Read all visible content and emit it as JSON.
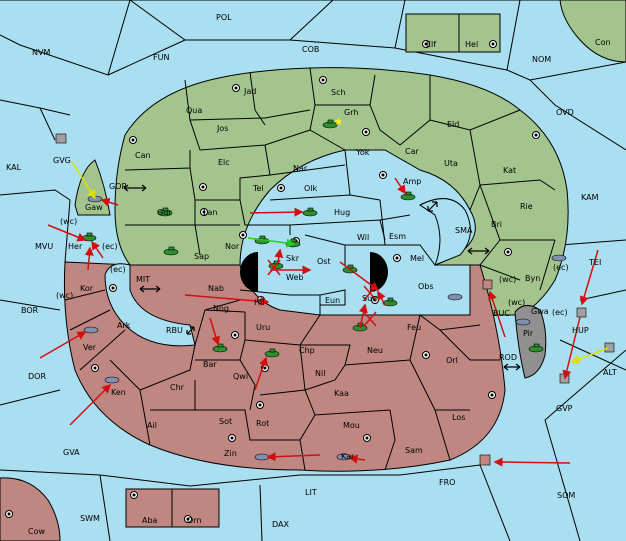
{
  "colors": {
    "sea": "#a9dff0",
    "green_power": "#a4c48e",
    "red_power": "#c08782",
    "neutral_gray": "#909090",
    "neutral_land": "#c08782",
    "green_unit": "#2f8f2f",
    "red_unit": "#c08782",
    "blue_unit": "#8090b0",
    "order_red": "#d01010",
    "order_green": "#22cc22",
    "order_yellow": "#e0e000"
  },
  "labels": {
    "POL": "POL",
    "FUN": "FUN",
    "COB": "COB",
    "NVM": "NVM",
    "NOM": "NOM",
    "OVD": "OVD",
    "KAL": "KAL",
    "KAM": "KAM",
    "MVU": "MVU",
    "BOR": "BOR",
    "DOR": "DOR",
    "GVA": "GVA",
    "SWM": "SWM",
    "LIT": "LIT",
    "DAX": "DAX",
    "FRO": "FRO",
    "SOM": "SOM",
    "ALT": "ALT",
    "TEI": "TEI",
    "SMA": "SMA",
    "MIT": "MIT",
    "RBU": "RBU",
    "ROD": "ROD",
    "GOR": "GOR",
    "GVG": "GVG",
    "GVP": "GVP",
    "BUC": "BUC",
    "HUP": "HUP",
    "Elf": "Elf",
    "Hel": "Hel",
    "Con": "Con",
    "Cow": "Cow",
    "Aba": "Aba",
    "Orn": "Orn",
    "Jad": "Jad",
    "Sch": "Sch",
    "Qua": "Qua",
    "Grh": "Grh",
    "Jos": "Jos",
    "Eld": "Eld",
    "Can": "Can",
    "Yok": "Yok",
    "Car": "Car",
    "Uta": "Uta",
    "Elc": "Elc",
    "Nar": "Nar",
    "Kat": "Kat",
    "Amp": "Amp",
    "Tel": "Tel",
    "Olk": "Olk",
    "Gur": "Gur",
    "Lan": "Lan",
    "Hug": "Hug",
    "Rie": "Rie",
    "Bri": "Bri",
    "Gaw": "Gaw",
    "Nor": "Nor",
    "Skr": "Skr",
    "Wil": "Wil",
    "Esm": "Esm",
    "Sap": "Sap",
    "Ost": "Ost",
    "Mel": "Mel",
    "Web": "Web",
    "Byn": "Byn",
    "Her": "Her",
    "Kor": "Kor",
    "Nab": "Nab",
    "Hil": "Hil",
    "Eun": "Eun",
    "Sun": "Sun",
    "Obs": "Obs",
    "Gwa": "Gwa",
    "Nog": "Nog",
    "Ark": "Ark",
    "Uru": "Uru",
    "Feu": "Feu",
    "Pir": "Pir",
    "Ver": "Ver",
    "Bar": "Bar",
    "Chp": "Chp",
    "Neu": "Neu",
    "Orl": "Orl",
    "Qwi": "Qwi",
    "Nil": "Nil",
    "Chr": "Chr",
    "Ken": "Ken",
    "Kaa": "Kaa",
    "Ail": "Ail",
    "Sot": "Sot",
    "Rot": "Rot",
    "Mou": "Mou",
    "Los": "Los",
    "Zin": "Zin",
    "Kar": "Kar",
    "Sam": "Sam",
    "wc1": "(wc)",
    "ec1": "(ec)",
    "ec2": "(ec)",
    "wc2": "(wc)",
    "wc3": "(wc)",
    "ec3": "(ec)",
    "wc4": "(wc)",
    "ec4": "(ec)"
  },
  "units": {
    "icon_names": [
      "army-icon",
      "fleet-icon"
    ]
  }
}
